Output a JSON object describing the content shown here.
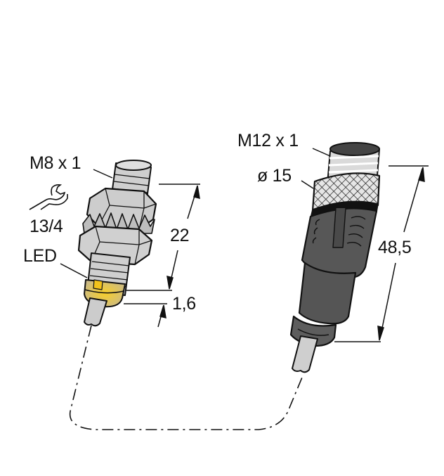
{
  "diagram": {
    "type": "technical-drawing",
    "subject": "Sensor with M8 thread connected by cable to M12 male connector",
    "colors": {
      "background": "#ffffff",
      "line": "#111111",
      "metal_light": "#d4d4d4",
      "metal_mid": "#b8b8b8",
      "connector_dark": "#555555",
      "connector_darker": "#3e3e3e",
      "cable": "#cfcfcf",
      "led": "#f2c21b"
    },
    "left_device": {
      "thread_label": "M8 x 1",
      "wrench_icon": "wrench-icon",
      "wrench_size_label": "13/4",
      "led_label": "LED",
      "length_dimension": "22",
      "offset_dimension": "1,6"
    },
    "right_device": {
      "thread_label": "M12 x 1",
      "diameter_label": "ø 15",
      "length_dimension": "48,5"
    },
    "cable": {
      "style": "dash-dot"
    }
  }
}
